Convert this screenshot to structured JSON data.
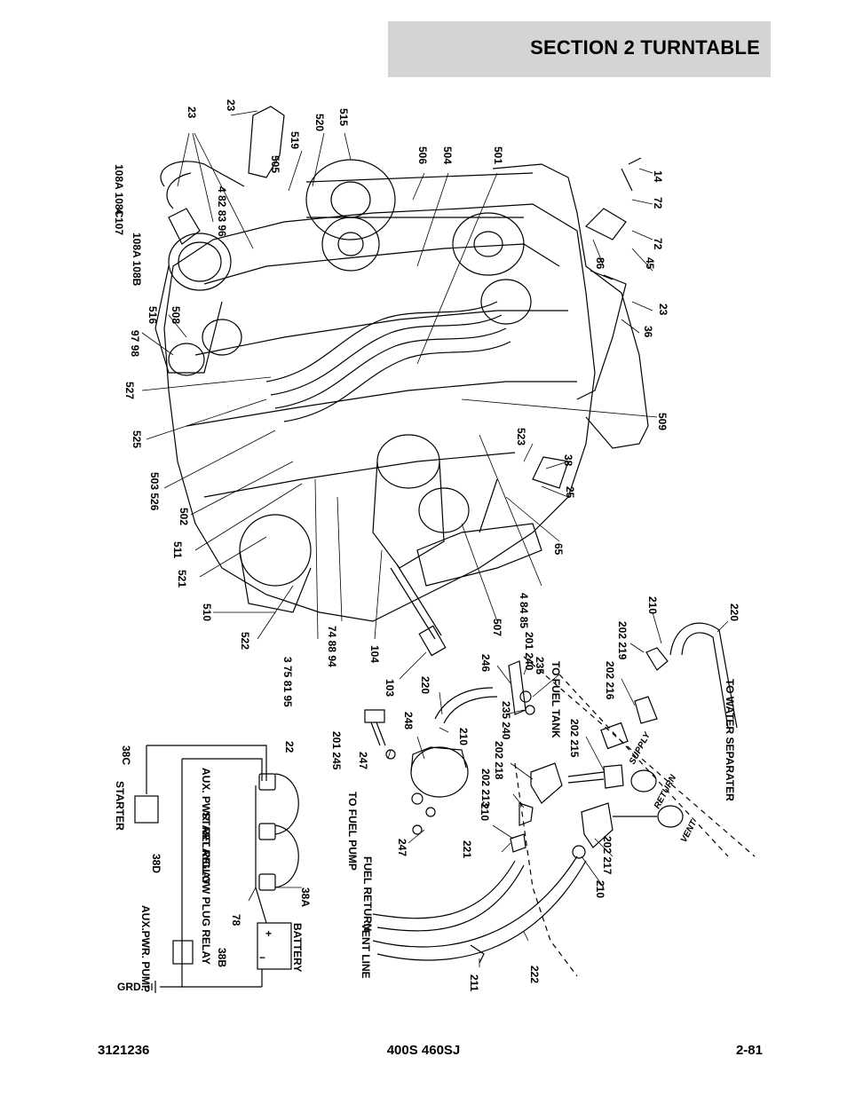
{
  "header": {
    "title": "SECTION 2   TURNTABLE"
  },
  "footer": {
    "doc_number": "3121236",
    "model": "400S 460SJ",
    "page": "2-81"
  },
  "labels": [
    {
      "t": "23"
    },
    {
      "t": "23"
    },
    {
      "t": "108A 108C"
    },
    {
      "t": "4 107"
    },
    {
      "t": "108A 108B"
    },
    {
      "t": "505"
    },
    {
      "t": "519"
    },
    {
      "t": "520"
    },
    {
      "t": "515"
    },
    {
      "t": "4 82 83 96"
    },
    {
      "t": "506"
    },
    {
      "t": "504"
    },
    {
      "t": "501"
    },
    {
      "t": "14"
    },
    {
      "t": "72"
    },
    {
      "t": "72"
    },
    {
      "t": "86"
    },
    {
      "t": "45"
    },
    {
      "t": "516"
    },
    {
      "t": "508"
    },
    {
      "t": "97 98"
    },
    {
      "t": "527"
    },
    {
      "t": "23"
    },
    {
      "t": "36"
    },
    {
      "t": "525"
    },
    {
      "t": "509"
    },
    {
      "t": "503 526"
    },
    {
      "t": "502"
    },
    {
      "t": "523"
    },
    {
      "t": "38"
    },
    {
      "t": "25"
    },
    {
      "t": "511"
    },
    {
      "t": "521"
    },
    {
      "t": "65"
    },
    {
      "t": "510"
    },
    {
      "t": "4 84 85"
    },
    {
      "t": "522"
    },
    {
      "t": "3 75 81 95"
    },
    {
      "t": "74 88 94"
    },
    {
      "t": "104"
    },
    {
      "t": "507"
    },
    {
      "t": "210"
    },
    {
      "t": "220"
    },
    {
      "t": "202 219"
    },
    {
      "t": "201 240"
    },
    {
      "t": "235"
    },
    {
      "t": "246"
    },
    {
      "t": "103"
    },
    {
      "t": "220"
    },
    {
      "t": "TO FUEL TANK"
    },
    {
      "t": "202 216"
    },
    {
      "t": "TO WATER SEPARATER"
    },
    {
      "t": "210"
    },
    {
      "t": "248"
    },
    {
      "t": "235 240"
    },
    {
      "t": "202 215"
    },
    {
      "t": "201 245"
    },
    {
      "t": "247"
    },
    {
      "t": "202 218"
    },
    {
      "t": "202 213"
    },
    {
      "t": "TO FUEL PUMP"
    },
    {
      "t": "38C"
    },
    {
      "t": "22"
    },
    {
      "t": "STARTER"
    },
    {
      "t": "AUX. PWR. RELAY"
    },
    {
      "t": "START RELAY"
    },
    {
      "t": "210"
    },
    {
      "t": "GLOW PLUG RELAY"
    },
    {
      "t": "247"
    },
    {
      "t": "221"
    },
    {
      "t": "FUEL RETURN"
    },
    {
      "t": "202 217"
    },
    {
      "t": "210"
    },
    {
      "t": "38D"
    },
    {
      "t": "38A"
    },
    {
      "t": "78"
    },
    {
      "t": "AUX.PWR. PUMP"
    },
    {
      "t": "VENT LINE"
    },
    {
      "t": "BATTERY"
    },
    {
      "t": "38B"
    },
    {
      "t": "GRD."
    },
    {
      "t": "211"
    },
    {
      "t": "222"
    },
    {
      "t": "SUPPLY"
    },
    {
      "t": "RETURN"
    },
    {
      "t": "VENT"
    },
    {
      "t": "+"
    },
    {
      "t": "−"
    }
  ]
}
